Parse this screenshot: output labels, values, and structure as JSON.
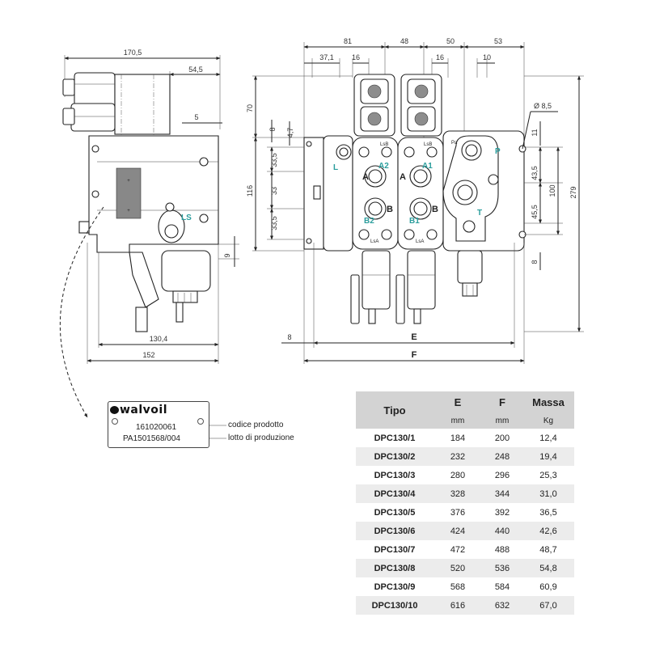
{
  "dimensions_side": {
    "width_top": "170,5",
    "d_54_5": "54,5",
    "d_5": "5",
    "d_9": "9",
    "d_130_4": "130,4",
    "d_152": "152"
  },
  "dimensions_front": {
    "top_81": "81",
    "top_48": "48",
    "top_50": "50",
    "top_53": "53",
    "top_37_1": "37,1",
    "top_16a": "16",
    "top_16b": "16",
    "top_10": "10",
    "left_70": "70",
    "left_4_7": "4,7",
    "left_8": "8",
    "left_33_5a": "33,5",
    "left_116": "116",
    "left_33": "33",
    "left_33_5b": "33,5",
    "right_d8_5": "Ø 8,5",
    "right_11": "11",
    "right_43_5": "43,5",
    "right_100": "100",
    "right_45_5": "45,5",
    "right_279": "279",
    "right_8": "8",
    "bottom_8": "8",
    "bottom_E": "E",
    "bottom_F": "F"
  },
  "ports": {
    "L": "L",
    "A2": "A2",
    "A1": "A1",
    "P": "P",
    "T": "T",
    "B2": "B2",
    "B1": "B1",
    "LS": "LS",
    "A_left": "A",
    "A_right": "A",
    "B_left": "B",
    "B_right": "B",
    "lsb": "LsB",
    "lsa": "LsA",
    "pa": "Pa"
  },
  "nameplate": {
    "brand": "walvoil",
    "product_code": "161020061",
    "lot_number": "PA1501568/004",
    "product_code_note": "codice prodotto",
    "lot_note": "lotto di produzione"
  },
  "table": {
    "headers": {
      "tipo": "Tipo",
      "e": "E",
      "f": "F",
      "massa": "Massa"
    },
    "units": {
      "e": "mm",
      "f": "mm",
      "massa": "Kg"
    },
    "rows": [
      [
        "DPC130/1",
        "184",
        "200",
        "12,4"
      ],
      [
        "DPC130/2",
        "232",
        "248",
        "19,4"
      ],
      [
        "DPC130/3",
        "280",
        "296",
        "25,3"
      ],
      [
        "DPC130/4",
        "328",
        "344",
        "31,0"
      ],
      [
        "DPC130/5",
        "376",
        "392",
        "36,5"
      ],
      [
        "DPC130/6",
        "424",
        "440",
        "42,6"
      ],
      [
        "DPC130/7",
        "472",
        "488",
        "48,7"
      ],
      [
        "DPC130/8",
        "520",
        "536",
        "54,8"
      ],
      [
        "DPC130/9",
        "568",
        "584",
        "60,9"
      ],
      [
        "DPC130/10",
        "616",
        "632",
        "67,0"
      ]
    ]
  }
}
